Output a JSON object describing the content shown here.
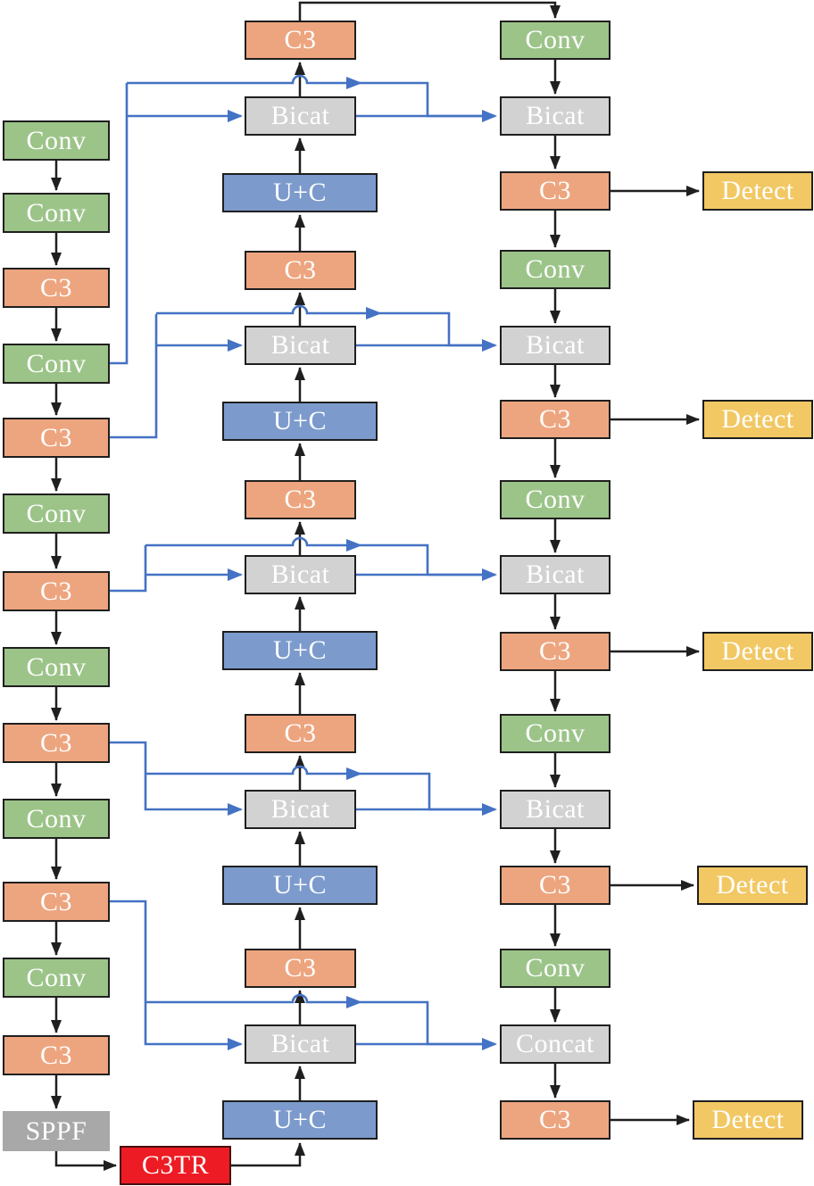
{
  "palette": {
    "conv_green": "#9CC489",
    "c3_orange": "#EDA57F",
    "bicat_gray": "#D2D2D2",
    "uc_blue": "#7C9BCC",
    "detect_yellow": "#F2C864",
    "sppf_gray": "#A8A8A8",
    "c3tr_red": "#ED1C24",
    "skip_connection_blue": "#4472C4",
    "flow_line_black": "#1A1A1A"
  },
  "backbone": {
    "items": [
      {
        "label": "Conv"
      },
      {
        "label": "Conv"
      },
      {
        "label": "C3"
      },
      {
        "label": "Conv"
      },
      {
        "label": "C3"
      },
      {
        "label": "Conv"
      },
      {
        "label": "C3"
      },
      {
        "label": "Conv"
      },
      {
        "label": "C3"
      },
      {
        "label": "Conv"
      },
      {
        "label": "C3"
      },
      {
        "label": "Conv"
      },
      {
        "label": "C3"
      },
      {
        "label": "SPPF"
      },
      {
        "label": "C3TR"
      }
    ]
  },
  "neck_mid": {
    "items": [
      {
        "label": "C3"
      },
      {
        "label": "Bicat"
      },
      {
        "label": "U+C"
      },
      {
        "label": "C3"
      },
      {
        "label": "Bicat"
      },
      {
        "label": "U+C"
      },
      {
        "label": "C3"
      },
      {
        "label": "Bicat"
      },
      {
        "label": "U+C"
      },
      {
        "label": "C3"
      },
      {
        "label": "Bicat"
      },
      {
        "label": "U+C"
      },
      {
        "label": "C3"
      },
      {
        "label": "Bicat"
      },
      {
        "label": "U+C"
      }
    ]
  },
  "neck_right": {
    "items": [
      {
        "label": "Conv"
      },
      {
        "label": "Bicat"
      },
      {
        "label": "C3"
      },
      {
        "label": "Conv"
      },
      {
        "label": "Bicat"
      },
      {
        "label": "C3"
      },
      {
        "label": "Conv"
      },
      {
        "label": "Bicat"
      },
      {
        "label": "C3"
      },
      {
        "label": "Conv"
      },
      {
        "label": "Bicat"
      },
      {
        "label": "C3"
      },
      {
        "label": "Conv"
      },
      {
        "label": "Concat"
      },
      {
        "label": "C3"
      }
    ]
  },
  "detect": {
    "items": [
      {
        "label": "Detect"
      },
      {
        "label": "Detect"
      },
      {
        "label": "Detect"
      },
      {
        "label": "Detect"
      },
      {
        "label": "Detect"
      }
    ]
  }
}
